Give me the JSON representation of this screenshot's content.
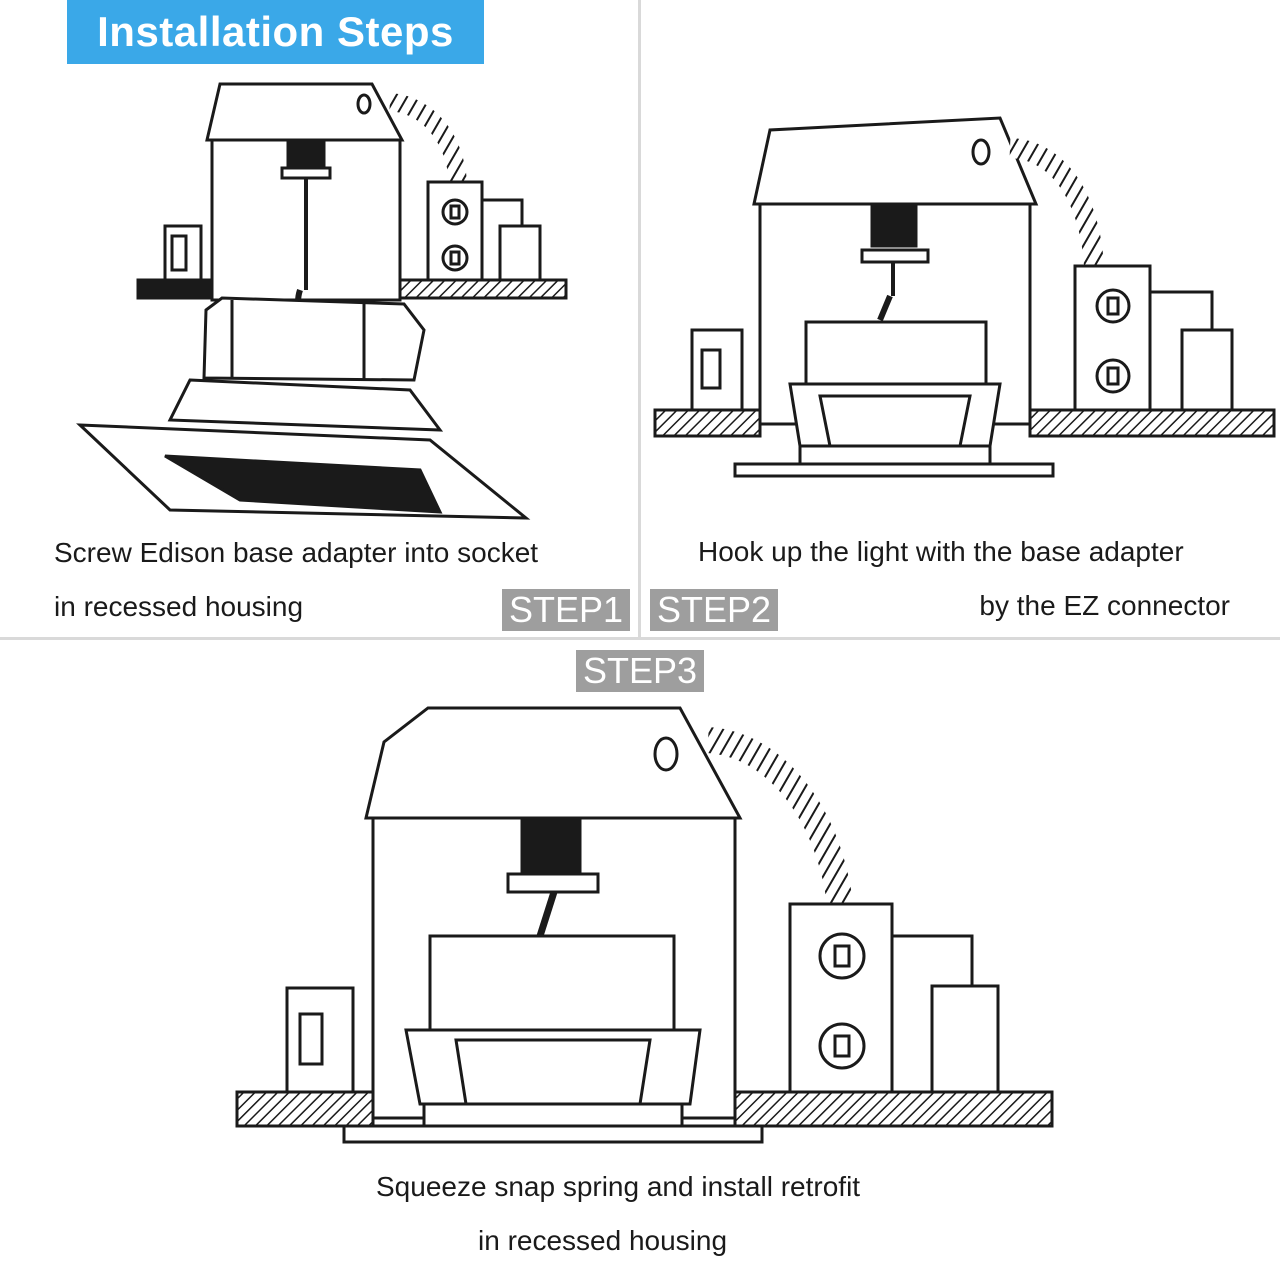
{
  "title": "Installation Steps",
  "steps": [
    {
      "badge": "STEP1",
      "line1": "Screw Edison base adapter into socket",
      "line2": "in recessed housing"
    },
    {
      "badge": "STEP2",
      "line1": "Hook up the light with the base adapter",
      "line2": "by the EZ connector"
    },
    {
      "badge": "STEP3",
      "line1": "Squeeze snap spring and install retrofit",
      "line2": "in recessed housing"
    }
  ],
  "colors": {
    "banner": "#3aa8e8",
    "badge": "#9e9e9e",
    "line": "#1a1a1a"
  }
}
